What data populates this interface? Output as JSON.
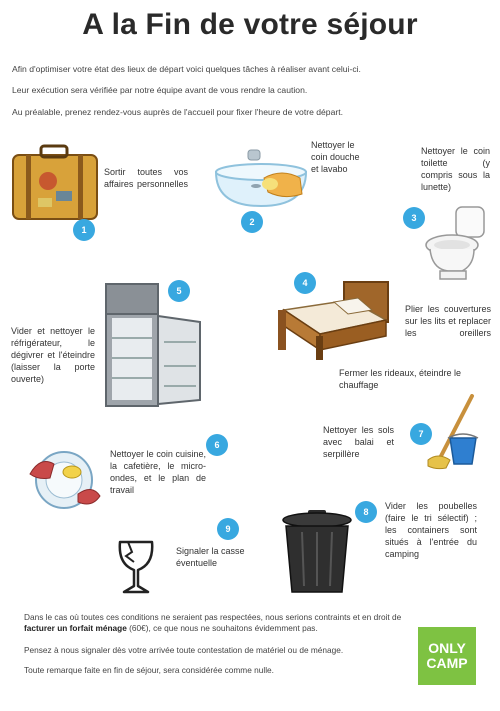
{
  "title": "A la Fin de votre séjour",
  "intro": [
    "Afin d'optimiser votre état des lieux de départ voici quelques tâches à réaliser avant celui-ci.",
    "Leur exécution sera vérifiée par notre équipe avant de vous rendre la caution.",
    "Au préalable, prenez rendez-vous auprès de l'accueil pour fixer l'heure de votre départ."
  ],
  "steps": [
    {
      "num": "1",
      "text": "Sortir toutes vos affaires personnelles",
      "icon": "suitcase-icon"
    },
    {
      "num": "2",
      "text": "Nettoyer le coin douche et lavabo",
      "icon": "sink-icon"
    },
    {
      "num": "3",
      "text": "Nettoyer le coin toilette (y compris sous la lunette)",
      "icon": "toilet-icon"
    },
    {
      "num": "4",
      "text": "Plier les couvertures sur les lits et replacer les oreillers",
      "text2": "Fermer les rideaux, éteindre le chauffage",
      "icon": "bed-icon"
    },
    {
      "num": "5",
      "text": "Vider et nettoyer le réfrigérateur, le dégivrer et l'éteindre (laisser la porte ouverte)",
      "icon": "fridge-icon"
    },
    {
      "num": "6",
      "text": "Nettoyer le coin cuisine, la cafetière, le micro-ondes, et le plan de travail",
      "icon": "dish-washing-icon"
    },
    {
      "num": "7",
      "text": "Nettoyer les sols avec balai et serpillère",
      "icon": "mop-bucket-icon"
    },
    {
      "num": "8",
      "text": "Vider les poubelles (faire le tri sélectif) ; les containers sont situés à l'entrée du camping",
      "icon": "trash-can-icon"
    },
    {
      "num": "9",
      "text": "Signaler la casse éventuelle",
      "icon": "broken-glass-icon"
    }
  ],
  "footer": {
    "line1_a": "Dans le cas où toutes ces conditions ne seraient pas respectées, nous serions contraints et en droit de ",
    "line1_bold": "facturer un forfait ménage",
    "line1_b": " (60€), ce que nous ne souhaitons évidemment pas.",
    "line2": "Pensez à nous signaler dès votre arrivée toute contestation de matériel ou de ménage.",
    "line3": "Toute remarque faite en fin de séjour, sera considérée comme nulle."
  },
  "logo": {
    "line1": "ONLY",
    "line2": "CAMP"
  },
  "colors": {
    "badge": "#38a8e0",
    "logo": "#7ec242"
  }
}
